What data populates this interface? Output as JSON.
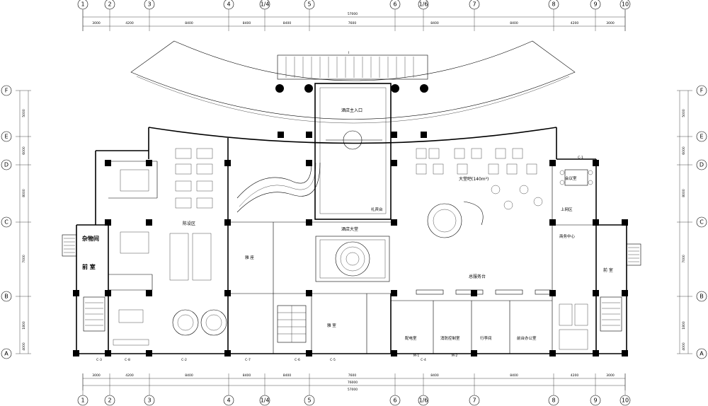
{
  "grid": {
    "columns": [
      "1",
      "2",
      "3",
      "4",
      "1/4",
      "5",
      "6",
      "1/6",
      "7",
      "8",
      "9",
      "10"
    ],
    "rows": [
      "F",
      "E",
      "D",
      "C",
      "B",
      "A"
    ]
  },
  "dimensions": {
    "top_total": "57000",
    "top_segments": [
      "3000",
      "4200",
      "8400",
      "8400",
      "8400",
      "7600",
      "8400",
      "8400",
      "4200",
      "3000"
    ],
    "bottom_total": "57000",
    "bottom_sub": "76000",
    "bottom_segments": [
      "3000",
      "4200",
      "8400",
      "8400",
      "8400",
      "7600",
      "8400",
      "8400",
      "4200",
      "3000"
    ],
    "left_segments": [
      "5000",
      "6000",
      "8000",
      "7000",
      "1800",
      "4000"
    ],
    "right_segments": [
      "5000",
      "6000",
      "8000",
      "7000",
      "1800",
      "4000"
    ]
  },
  "rooms": {
    "main_entrance": "酒店主入口",
    "lobby": "酒店大堂",
    "lobby_bar": "大堂吧(140m²)",
    "front_desk": "总服务台",
    "concierge": "礼宾台",
    "meeting": "会议室",
    "restroom_area": "上网区",
    "business_center": "商务中心",
    "display_area": "陈设区",
    "storage": "杂物间",
    "anteroom_left": "前 室",
    "anteroom_right": "前 室",
    "booth_top": "雅 座",
    "booth_bottom": "雅 室",
    "electrical": "配电室",
    "fire_control": "消防控制室",
    "luggage": "行李间",
    "front_office": "前台办公室",
    "entrance_ramp": "i"
  },
  "door_tags": [
    "C-1",
    "C-2",
    "C-3",
    "C-4",
    "C-5",
    "C-6",
    "C-7",
    "C-8",
    "M-1",
    "M-2"
  ],
  "colors": {
    "ink": "#000000",
    "paper": "#ffffff"
  }
}
